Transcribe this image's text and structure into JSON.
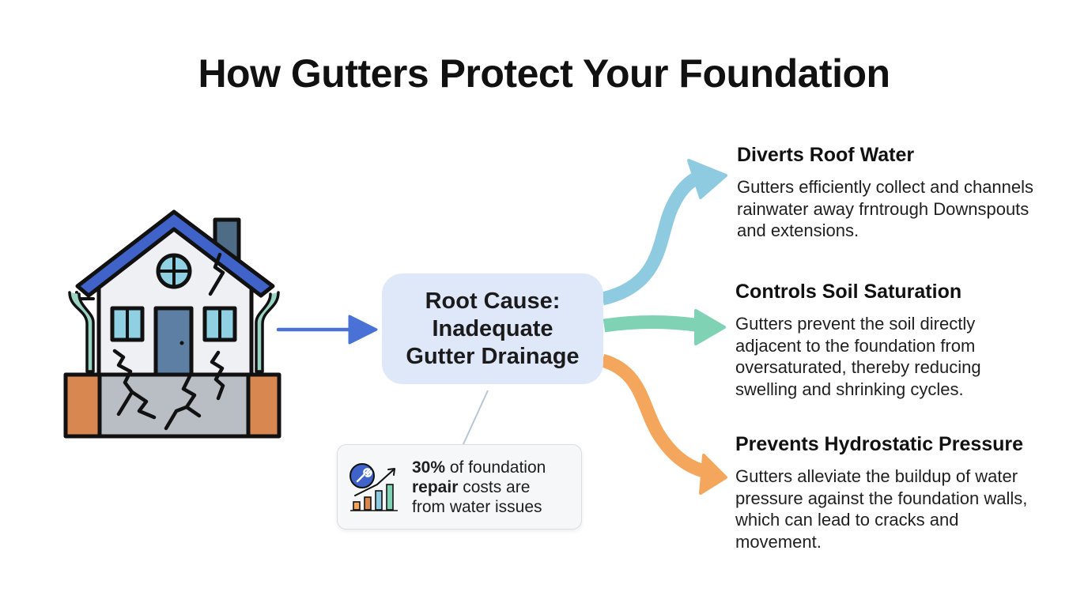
{
  "title": "How Gutters Protect Your Foundation",
  "root_cause": {
    "line1": "Root Cause:",
    "line2": "Inadequate",
    "line3": "Gutter Drainage"
  },
  "stat": {
    "bold1": "30%",
    "text1": " of foundation",
    "bold2": "repair",
    "text2": " costs are",
    "text3": "from water issues",
    "icon": "wrench-chart-icon"
  },
  "effects": [
    {
      "heading": "Diverts Roof Water",
      "body": "Gutters efficiently collect and channels rainwater away frntrough Downspouts and extensions.",
      "color": "#8ecae0"
    },
    {
      "heading": "Controls Soil Saturation",
      "body": "Gutters prevent the soil directly adjacent to the foundation from oversaturated, thereby reducing swelling and shrinking cycles.",
      "color": "#7fd3b4"
    },
    {
      "heading": "Prevents Hydrostatic Pressure",
      "body": "Gutters alleviate the buildup of water pressure against the foundation walls, which can lead to cracks and movement.",
      "color": "#f4a75c"
    }
  ],
  "colors": {
    "roof": "#3f63c9",
    "house_wall": "#eef0f4",
    "door": "#5c7fa3",
    "window": "#8fd0e3",
    "gutter": "#9ad5c4",
    "soil": "#d7874f",
    "foundation": "#b9bec4",
    "arrow_blue": "#4a72d6"
  },
  "icons": [
    "house-icon",
    "crack-icon",
    "arrow-right-icon",
    "wrench-chart-icon"
  ]
}
